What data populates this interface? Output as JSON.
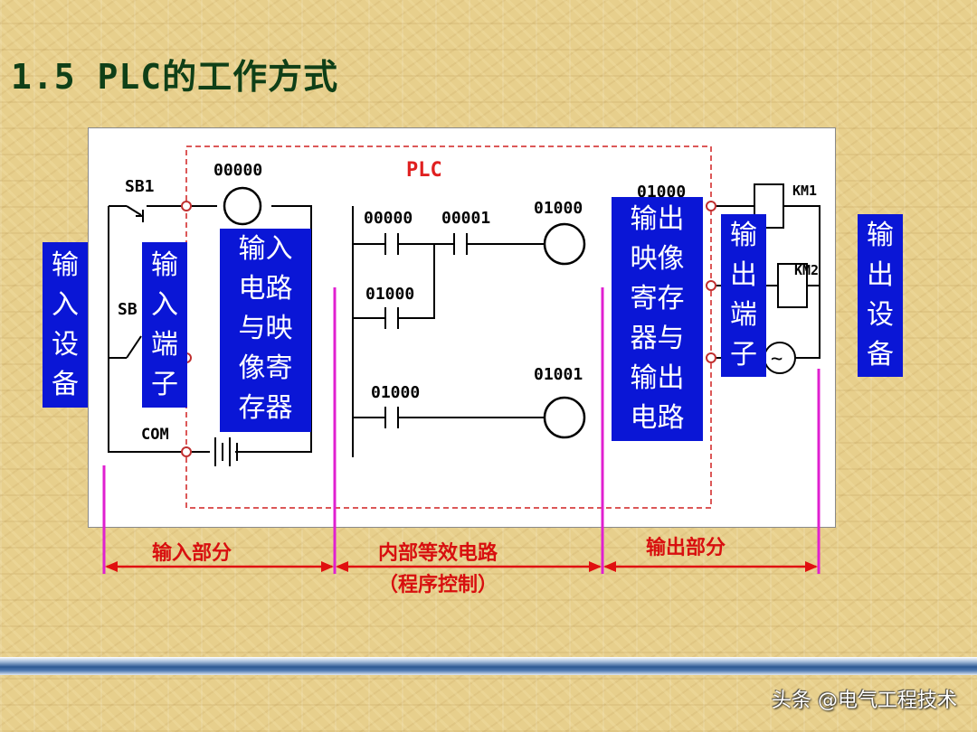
{
  "title": "1.5 PLC的工作方式",
  "labels": {
    "plc": "PLC",
    "sb1": "SB1",
    "sb2": "SB",
    "com": "COM",
    "km1": "KM1",
    "km2": "KM2",
    "in_coil": "00000",
    "c1_contact_a": "00000",
    "c1_contact_b": "00001",
    "c1_coil": "01000",
    "c2_contact": "01000",
    "c3_contact": "01000",
    "c3_coil": "01001",
    "out_terminal": "01000",
    "ac_symbol": "~"
  },
  "boxes": {
    "input_device": "输\n入\n设\n备",
    "input_terminal": "输\n入\n端\n子",
    "input_circuit": "输入\n电路\n与映\n像寄\n存器",
    "output_circuit": "输出\n映像\n寄存\n器与\n输出\n电路",
    "output_terminal": "输\n出\n端\n子",
    "output_device": "输\n出\n设\n备"
  },
  "sections": {
    "input": "输入部分",
    "internal_1": "内部等效电路",
    "internal_2": "（程序控制）",
    "output": "输出部分"
  },
  "watermark": "头条 @电气工程技术",
  "colors": {
    "box_blue": "#0a16d6",
    "section_red": "#d80f0f",
    "divider_magenta": "#e020d0",
    "title_green": "#0f3f17"
  }
}
